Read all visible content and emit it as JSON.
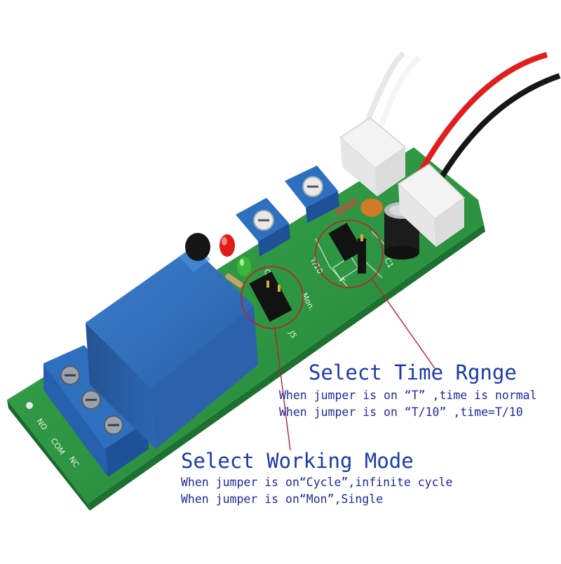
{
  "annotations": {
    "time_range": {
      "title": "Select Time Rgnge",
      "line1": "When jumper is on “T” ,time is normal",
      "line2": "When jumper is on “T/10” ,time=T/10"
    },
    "working_mode": {
      "title": "Select Working Mode",
      "line1": "When jumper is on“Cycle”,infinite cycle",
      "line2": "When jumper is on“Mon”,Single"
    }
  },
  "board": {
    "terminal_labels": [
      "NO",
      "COM",
      "NC"
    ],
    "jumper_labels": [
      "T/10",
      "T",
      "Mon.",
      "Cycle",
      "J5"
    ],
    "capacitor_label": "C1"
  },
  "colors": {
    "title_text": "#1b3aa8",
    "desc_text": "#202a9a",
    "pcb_green": "#2f9a3f",
    "relay_blue": "#2f6fb8",
    "callout_circle": "#c0202a"
  }
}
